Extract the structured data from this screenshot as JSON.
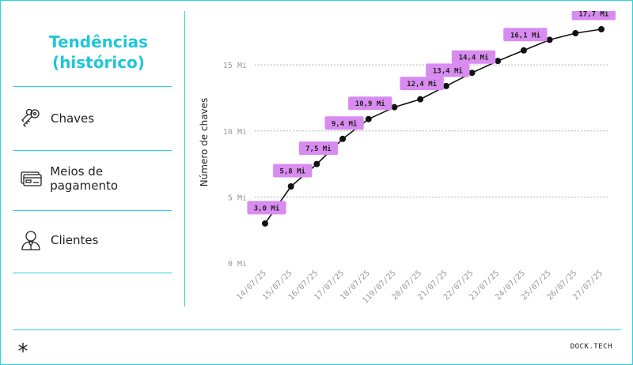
{
  "sidebar": {
    "title_line1": "Tendências",
    "title_line2": "(histórico)",
    "items": [
      {
        "label": "Chaves",
        "icon": "keys-icon"
      },
      {
        "label": "Meios de pagamento",
        "icon": "credit-card-icon"
      },
      {
        "label": "Clientes",
        "icon": "user-icon"
      }
    ]
  },
  "footer": {
    "brand": "DOCK.TECH",
    "icon": "asterisk-icon"
  },
  "colors": {
    "accent": "#2bd3e1",
    "title": "#1fc6d8",
    "label_bg": "#d98cf0",
    "line": "#111111"
  },
  "chart_data": {
    "type": "line",
    "ylabel": "Número de chaves",
    "xlabel": "",
    "ylim": [
      0,
      18
    ],
    "grid": true,
    "yticks": [
      {
        "value": 0,
        "label": "0 Mi"
      },
      {
        "value": 5,
        "label": "5 Mi"
      },
      {
        "value": 10,
        "label": "10 Mi"
      },
      {
        "value": 15,
        "label": "15 Mi"
      }
    ],
    "x": [
      "14/07/25",
      "15/07/25",
      "16/07/25",
      "17/07/25",
      "18/07/25",
      "119/07/25",
      "20/07/25",
      "21/07/25",
      "22/07/25",
      "23/07/25",
      "24/07/25",
      "25/07/25",
      "26/07/25",
      "27/07/25"
    ],
    "series": [
      {
        "values": [
          3.0,
          5.8,
          7.5,
          9.4,
          10.9,
          11.8,
          12.4,
          13.4,
          14.4,
          15.3,
          16.1,
          16.9,
          17.4,
          17.7
        ],
        "labels": [
          "3,0 Mi",
          "5,8 Mi",
          "7,5 Mi",
          "9,4 Mi",
          "10,9 Mi",
          "",
          "12,4 Mi",
          "13,4 Mi",
          "14,4 Mi",
          "",
          "16,1 Mi",
          "",
          "",
          "17,7 Mi"
        ]
      }
    ]
  }
}
